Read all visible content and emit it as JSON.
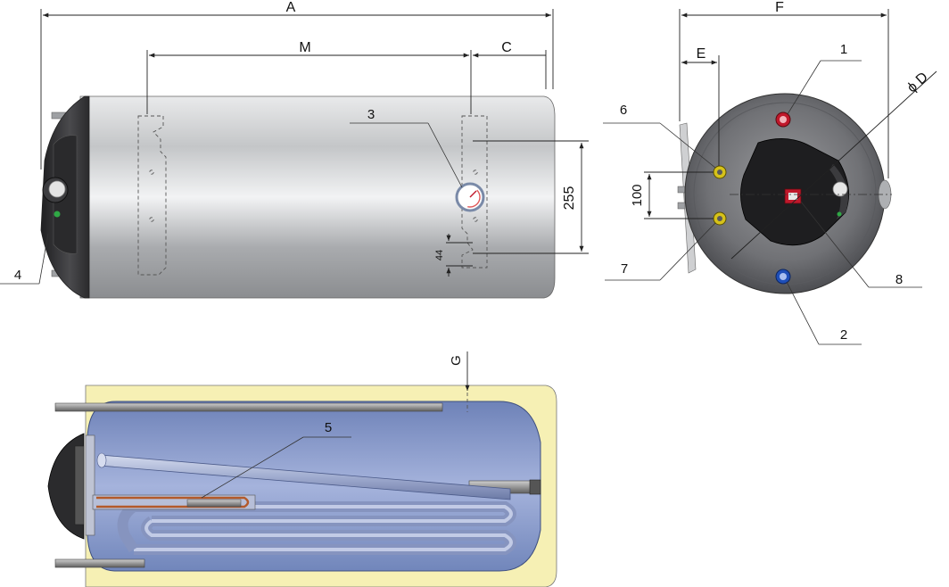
{
  "dimensions": {
    "overall_length": "A",
    "bracket_spacing": "M",
    "end_offset": "C",
    "depth": "F",
    "wall_offset": "E",
    "diameter": "ϕ D",
    "bracket_height": "255",
    "pipe_spacing": "100",
    "slot_height": "44",
    "anode_position": "G"
  },
  "callouts": {
    "hot_outlet": "1",
    "cold_inlet": "2",
    "thermometer": "3",
    "control_knob": "4",
    "heating_element": "5",
    "coil_upper": "6",
    "coil_lower": "7",
    "control_box": "8"
  },
  "colors": {
    "tank_shell": "#c7c9cc",
    "insulation": "#f6f0b4",
    "inner_tank": "#8d9ec9",
    "end_cap": "#3a3a3c",
    "hot_port": "#c0182b",
    "cold_port": "#1f4fb8",
    "coil_port": "#d6c21a"
  }
}
